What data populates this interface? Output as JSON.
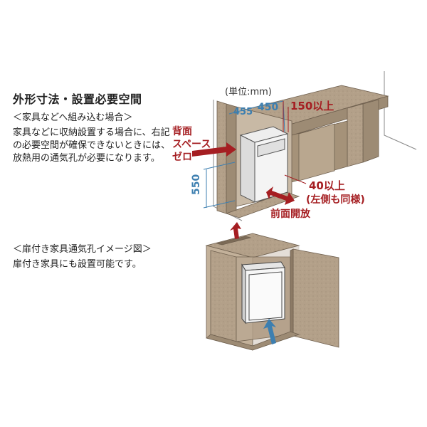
{
  "heading": "外形寸法・設置必要空間",
  "section1_subtitle": "＜家具などへ組み込む場合＞",
  "section1_body": "家具などに収納設置する場合に、右記の必要空間が確保できないときには、放熱用の通気孔が必要になります。",
  "section2_subtitle": "＜扉付き家具通気孔イメージ図＞",
  "section2_body": "扉付き家具にも設置可能です。",
  "unit_label": "(単位:mm)",
  "dimensions": {
    "depth": "455",
    "width": "450",
    "height": "550",
    "top_clearance": "150以上",
    "side_clearance": "40以上",
    "side_note": "(左側も同様)"
  },
  "labels": {
    "back_space_line1": "背面",
    "back_space_line2": "スペース",
    "back_space_line3": "ゼロ",
    "front_open": "前面開放"
  },
  "colors": {
    "cabinet": "#b5a28a",
    "cabinet_shadow": "#8c7a65",
    "accent_red": "#a51e22",
    "accent_blue": "#3d7fb0"
  }
}
